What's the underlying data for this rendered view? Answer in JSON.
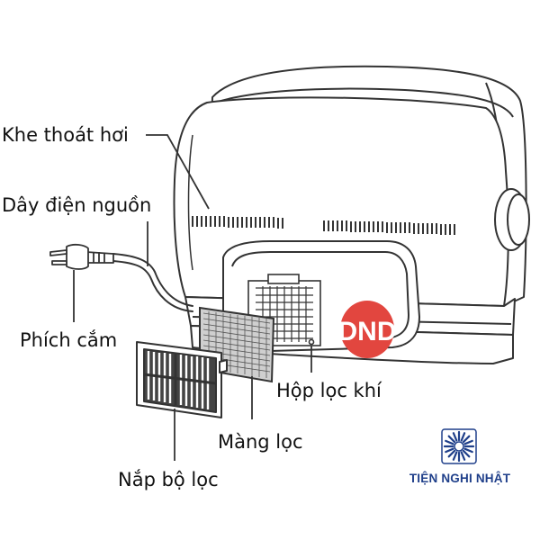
{
  "labels": {
    "steam_vent": "Khe thoát hơi",
    "power_cord": "Dây điện nguồn",
    "plug": "Phích cắm",
    "air_filter_box": "Hộp lọc khí",
    "filter_membrane": "Màng lọc",
    "filter_cover": "Nắp bộ lọc"
  },
  "logo": {
    "text": "DND",
    "color": "#e2463f"
  },
  "brand": {
    "name": "TIỆN NGHI NHẬT",
    "color": "#1f3f8a",
    "icon": "sunburst-icon"
  },
  "colors": {
    "line": "#333333",
    "background": "#ffffff"
  }
}
